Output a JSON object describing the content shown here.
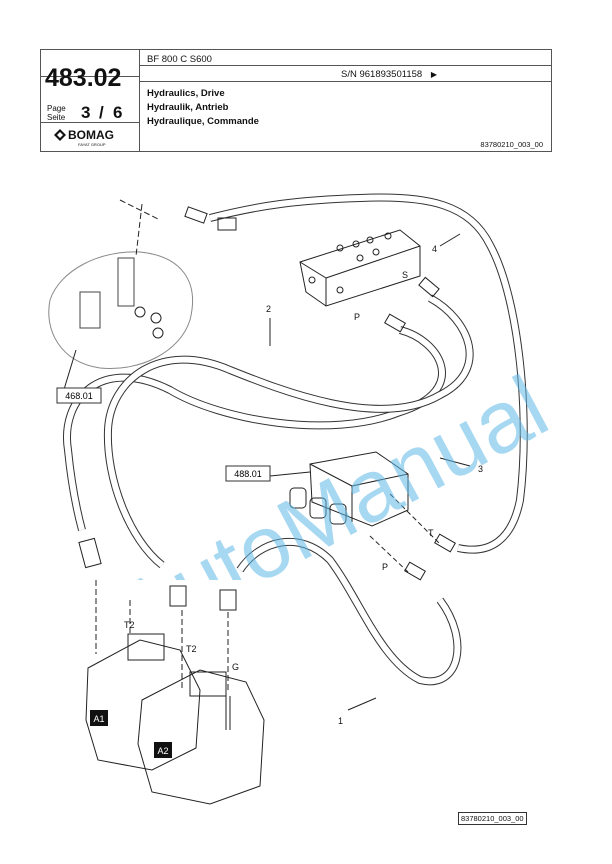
{
  "header": {
    "page_number": "483.02",
    "page_label_en": "Page",
    "page_label_de": "Seite",
    "page_current": "3",
    "page_sep": "/",
    "page_total": "6",
    "brand": "BOMAG",
    "brand_sub": "FAYAT GROUP",
    "model": "BF 800 C S600",
    "serial": "S/N 961893501158",
    "title_en": "Hydraulics, Drive",
    "title_de": "Hydraulik, Antrieb",
    "title_fr": "Hydraulique, Commande",
    "doc_ref": "83780210_003_00"
  },
  "drawing": {
    "labels": {
      "ref_468": "468.01",
      "ref_488": "488.01",
      "item_1": "1",
      "item_2": "2",
      "item_3": "3",
      "item_4": "4",
      "port_s": "S",
      "port_p_upper": "P",
      "port_t": "T",
      "port_p_lower": "P",
      "port_t2_left": "T2",
      "port_t2_right": "T2",
      "port_g": "G",
      "pump_a1": "A1",
      "pump_a2": "A2"
    }
  },
  "watermark": "AutoManual",
  "footer": {
    "doc_ref": "83780210_003_00"
  },
  "colors": {
    "watermark": "#5fb8e8",
    "line": "#222222"
  }
}
